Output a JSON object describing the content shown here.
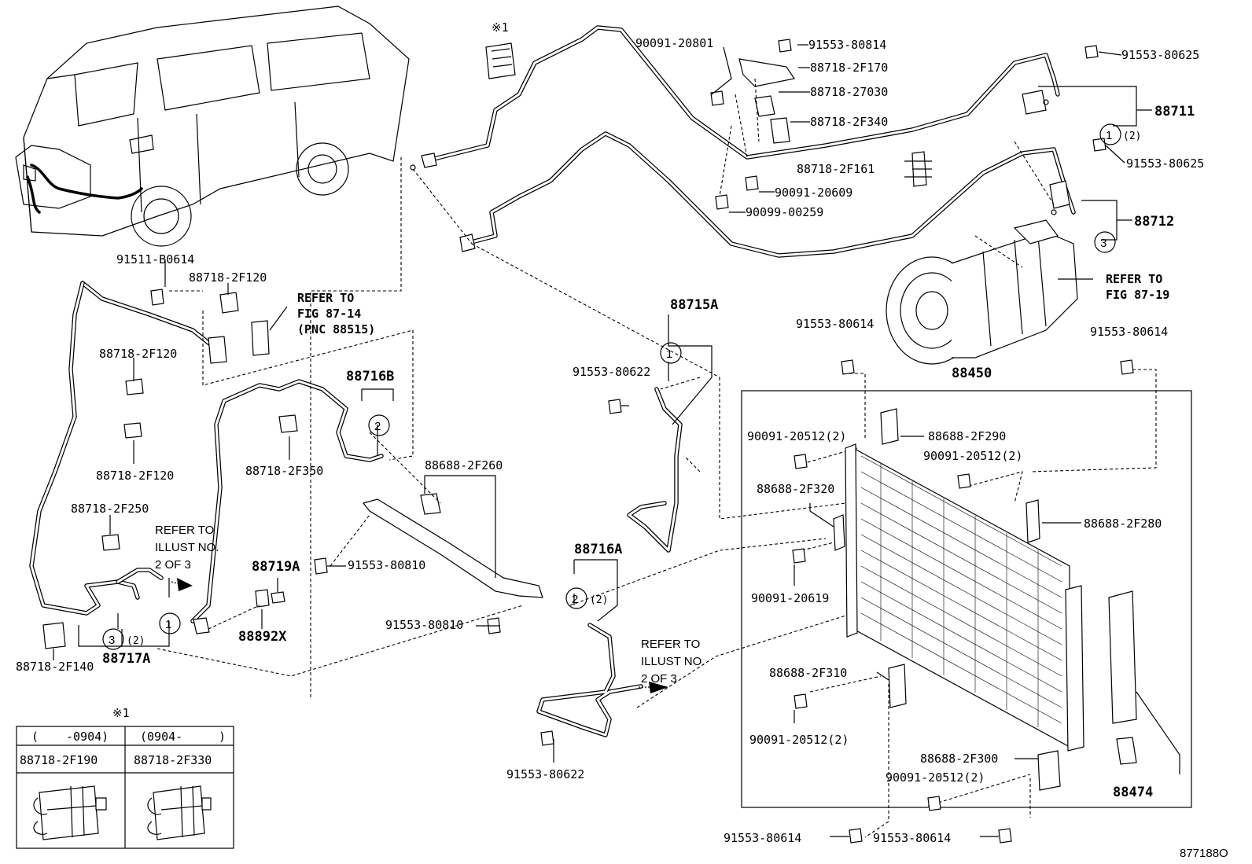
{
  "diagram": {
    "illustration_id": "877188O",
    "labels": {
      "l_91511_B0614": "91511-B0614",
      "l_88718_2F120_a": "88718-2F120",
      "l_88718_2F120_b": "88718-2F120",
      "l_88718_2F120_c": "88718-2F120",
      "l_88718_2F250": "88718-2F250",
      "l_88718_2F140": "88718-2F140",
      "l_88717A": "88717A",
      "l_88716B": "88716B",
      "l_88718_2F350": "88718-2F350",
      "l_88719A": "88719A",
      "l_88892X": "88892X",
      "l_91553_80810_a": "91553-80810",
      "l_91553_80810_b": "91553-80810",
      "l_88688_2F260": "88688-2F260",
      "l_88715A": "88715A",
      "l_91553_80622_a": "91553-80622",
      "l_88716A": "88716A",
      "l_91553_80622_b": "91553-80622",
      "l_90091_20801": "90091-20801",
      "l_91553_80814": "91553-80814",
      "l_88718_2F170": "88718-2F170",
      "l_88718_27030": "88718-27030",
      "l_88718_2F340": "88718-2F340",
      "l_88718_2F161": "88718-2F161",
      "l_90091_20609": "90091-20609",
      "l_90099_00259": "90099-00259",
      "l_91553_80625_a": "91553-80625",
      "l_91553_80625_b": "91553-80625",
      "l_88711": "88711",
      "l_88712": "88712",
      "l_88450": "88450",
      "l_91553_80614_a": "91553-80614",
      "l_91553_80614_b": "91553-80614",
      "l_91553_80614_c": "91553-80614",
      "l_91553_80614_d": "91553-80614",
      "l_90091_20512_a": "90091-20512(2)",
      "l_90091_20512_b": "90091-20512(2)",
      "l_90091_20512_c": "90091-20512(2)",
      "l_90091_20512_d": "90091-20512(2)",
      "l_88688_2F290": "88688-2F290",
      "l_88688_2F320": "88688-2F320",
      "l_88688_2F280": "88688-2F280",
      "l_90091_20619": "90091-20619",
      "l_88688_2F310": "88688-2F310",
      "l_88688_2F300": "88688-2F300",
      "l_88474": "88474",
      "l_88718_2F190": "88718-2F190",
      "l_88718_2F330": "88718-2F330"
    },
    "refer_notes": {
      "fig_87_14_line1": "REFER TO",
      "fig_87_14_line2": "FIG 87-14",
      "fig_87_14_line3": "(PNC 88515)",
      "fig_87_19_line1": "REFER TO",
      "fig_87_19_line2": "FIG 87-19",
      "illust_a_line1": "REFER TO",
      "illust_a_line2": "ILLUST NO.",
      "illust_a_line3": "2 OF 3",
      "illust_b_line1": "REFER TO",
      "illust_b_line2": "ILLUST NO.",
      "illust_b_line3": "2 OF 3"
    },
    "circles": {
      "c1_88711": "1",
      "c3_88712": "3",
      "c1_88715A": "1",
      "c2_88716B": "2",
      "c2_88716A": "2",
      "c3_88717A": "3",
      "c1_88717A": "1"
    },
    "qty": {
      "q_88711": "(2)",
      "q_88716A": "(2)",
      "q_88717A": "(2)"
    },
    "note_mark_top": "※1",
    "note_mark_table": "※1",
    "table": {
      "col1_header_open": "(",
      "col1_header_range": "-0904)",
      "col2_header_range": "(0904-",
      "col2_header_close": ")"
    }
  }
}
